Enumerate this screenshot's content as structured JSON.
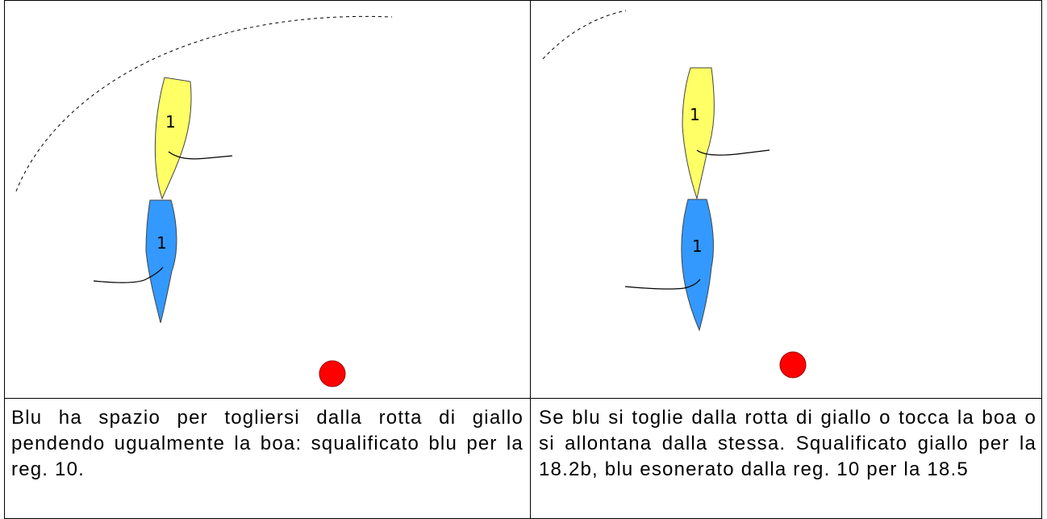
{
  "panels": [
    {
      "caption": "Blu ha spazio per togliersi dalla rotta di giallo pendendo ugualmente la boa: squalificato blu per la reg. 10.",
      "boats": [
        {
          "color": "yellow",
          "fill": "#ffff66",
          "label": "1"
        },
        {
          "color": "blue",
          "fill": "#3399ff",
          "label": "1"
        }
      ],
      "mark": {
        "fill": "#ff0000"
      }
    },
    {
      "caption": "Se blu si toglie dalla rotta di giallo o tocca la boa o si allontana dalla stessa. Squalificato giallo per la 18.2b, blu esonerato dalla reg. 10 per la 18.5",
      "boats": [
        {
          "color": "yellow",
          "fill": "#ffff66",
          "label": "1"
        },
        {
          "color": "blue",
          "fill": "#3399ff",
          "label": "1"
        }
      ],
      "mark": {
        "fill": "#ff0000"
      }
    }
  ]
}
